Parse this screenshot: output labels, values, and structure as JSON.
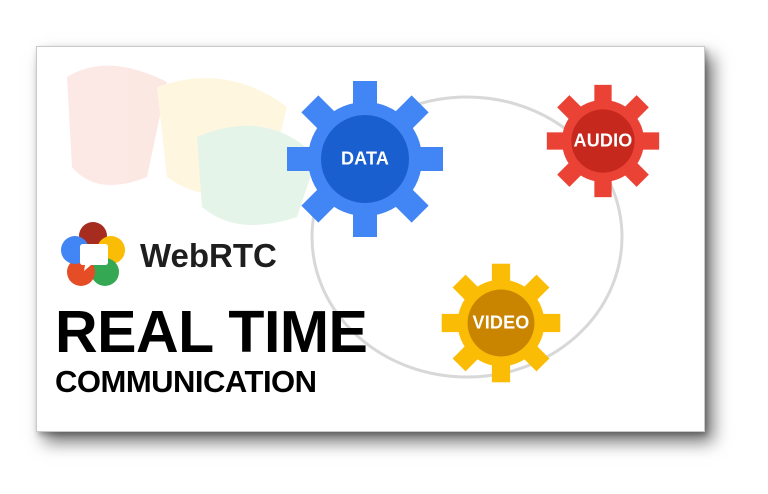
{
  "brand": {
    "name": "WebRTC",
    "logo_colors": [
      "#e44d26",
      "#fbbc05",
      "#34a853",
      "#4285f4",
      "#a62c1f"
    ]
  },
  "headline": {
    "line1": "REAL TIME",
    "line2": "COMMUNICATION"
  },
  "gears": [
    {
      "label": "DATA",
      "color": "#4285f4",
      "hub_color": "#1a5fcf"
    },
    {
      "label": "AUDIO",
      "color": "#ea4335",
      "hub_color": "#c7281d"
    },
    {
      "label": "VIDEO",
      "color": "#fbbc05",
      "hub_color": "#c98500"
    }
  ],
  "colors": {
    "connector_ring": "#d8d8d8",
    "background": "#ffffff",
    "text": "#000000"
  },
  "icons": {
    "logo": "webrtc-logo-icon",
    "gear": "gear-icon"
  }
}
